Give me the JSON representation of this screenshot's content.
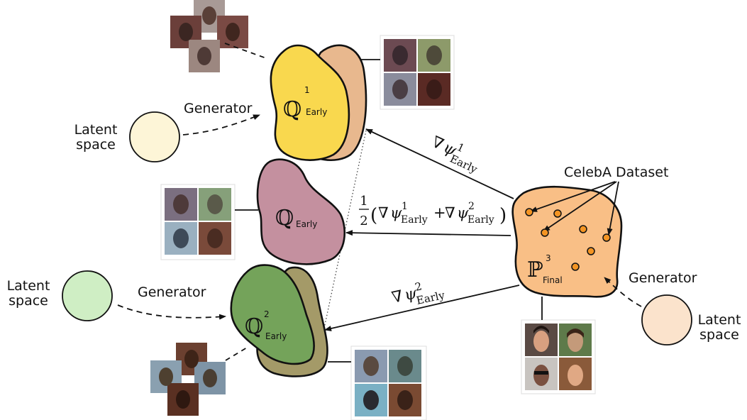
{
  "colors": {
    "q1_front": "#f9d84e",
    "q1_back": "#e8b88e",
    "q_mid": "#c4909f",
    "q2_front": "#74a35a",
    "q2_back": "#a49a68",
    "p_final": "#f9bf86",
    "latent_1": "#fdf5d7",
    "latent_2": "#cfeec4",
    "latent_3": "#fbe3cc",
    "data_point": "#f39423"
  },
  "labels": {
    "latent_space_line1": "Latent",
    "latent_space_line2": "space",
    "generator": "Generator",
    "celeba_dataset": "CelebA Dataset"
  },
  "distributions": {
    "q1": {
      "symbol": "ℚ",
      "superscript": "1",
      "subscript": "Early"
    },
    "q_mid": {
      "symbol": "ℚ",
      "superscript": "",
      "subscript": "Early"
    },
    "q2": {
      "symbol": "ℚ",
      "superscript": "2",
      "subscript": "Early"
    },
    "p_final": {
      "symbol": "ℙ",
      "superscript": "3",
      "subscript": "Final"
    }
  },
  "gradients": {
    "top": {
      "nabla": "∇",
      "psi": "ψ",
      "superscript": "1",
      "subscript": "Early"
    },
    "middle": {
      "fraction_num": "1",
      "fraction_den": "2",
      "open": "(",
      "term1_nabla": "∇",
      "term1_psi": "ψ",
      "term1_sup": "1",
      "term1_sub": "Early",
      "plus": "+",
      "term2_nabla": "∇",
      "term2_psi": "ψ",
      "term2_sup": "2",
      "term2_sub": "Early",
      "close": ")"
    },
    "bottom": {
      "nabla": "∇",
      "psi": "ψ",
      "superscript": "2",
      "subscript": "Early"
    }
  }
}
